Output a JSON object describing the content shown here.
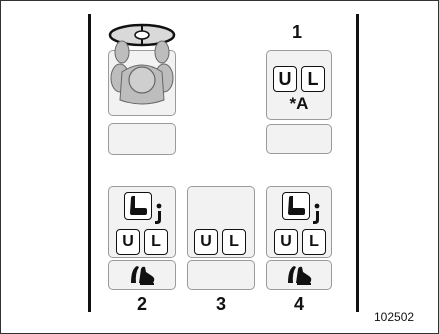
{
  "seats": [
    {
      "label": "1",
      "tiles": [
        "U",
        "L"
      ],
      "note": "*A"
    },
    {
      "label": "2",
      "tiles": [
        "U",
        "L"
      ]
    },
    {
      "label": "3",
      "tiles": [
        "U",
        "L"
      ]
    },
    {
      "label": "4",
      "tiles": [
        "U",
        "L"
      ]
    }
  ],
  "reference": "102502",
  "icons": [
    "steering-wheel",
    "driver",
    "child-seat-anchor",
    "child-seat-rear"
  ]
}
